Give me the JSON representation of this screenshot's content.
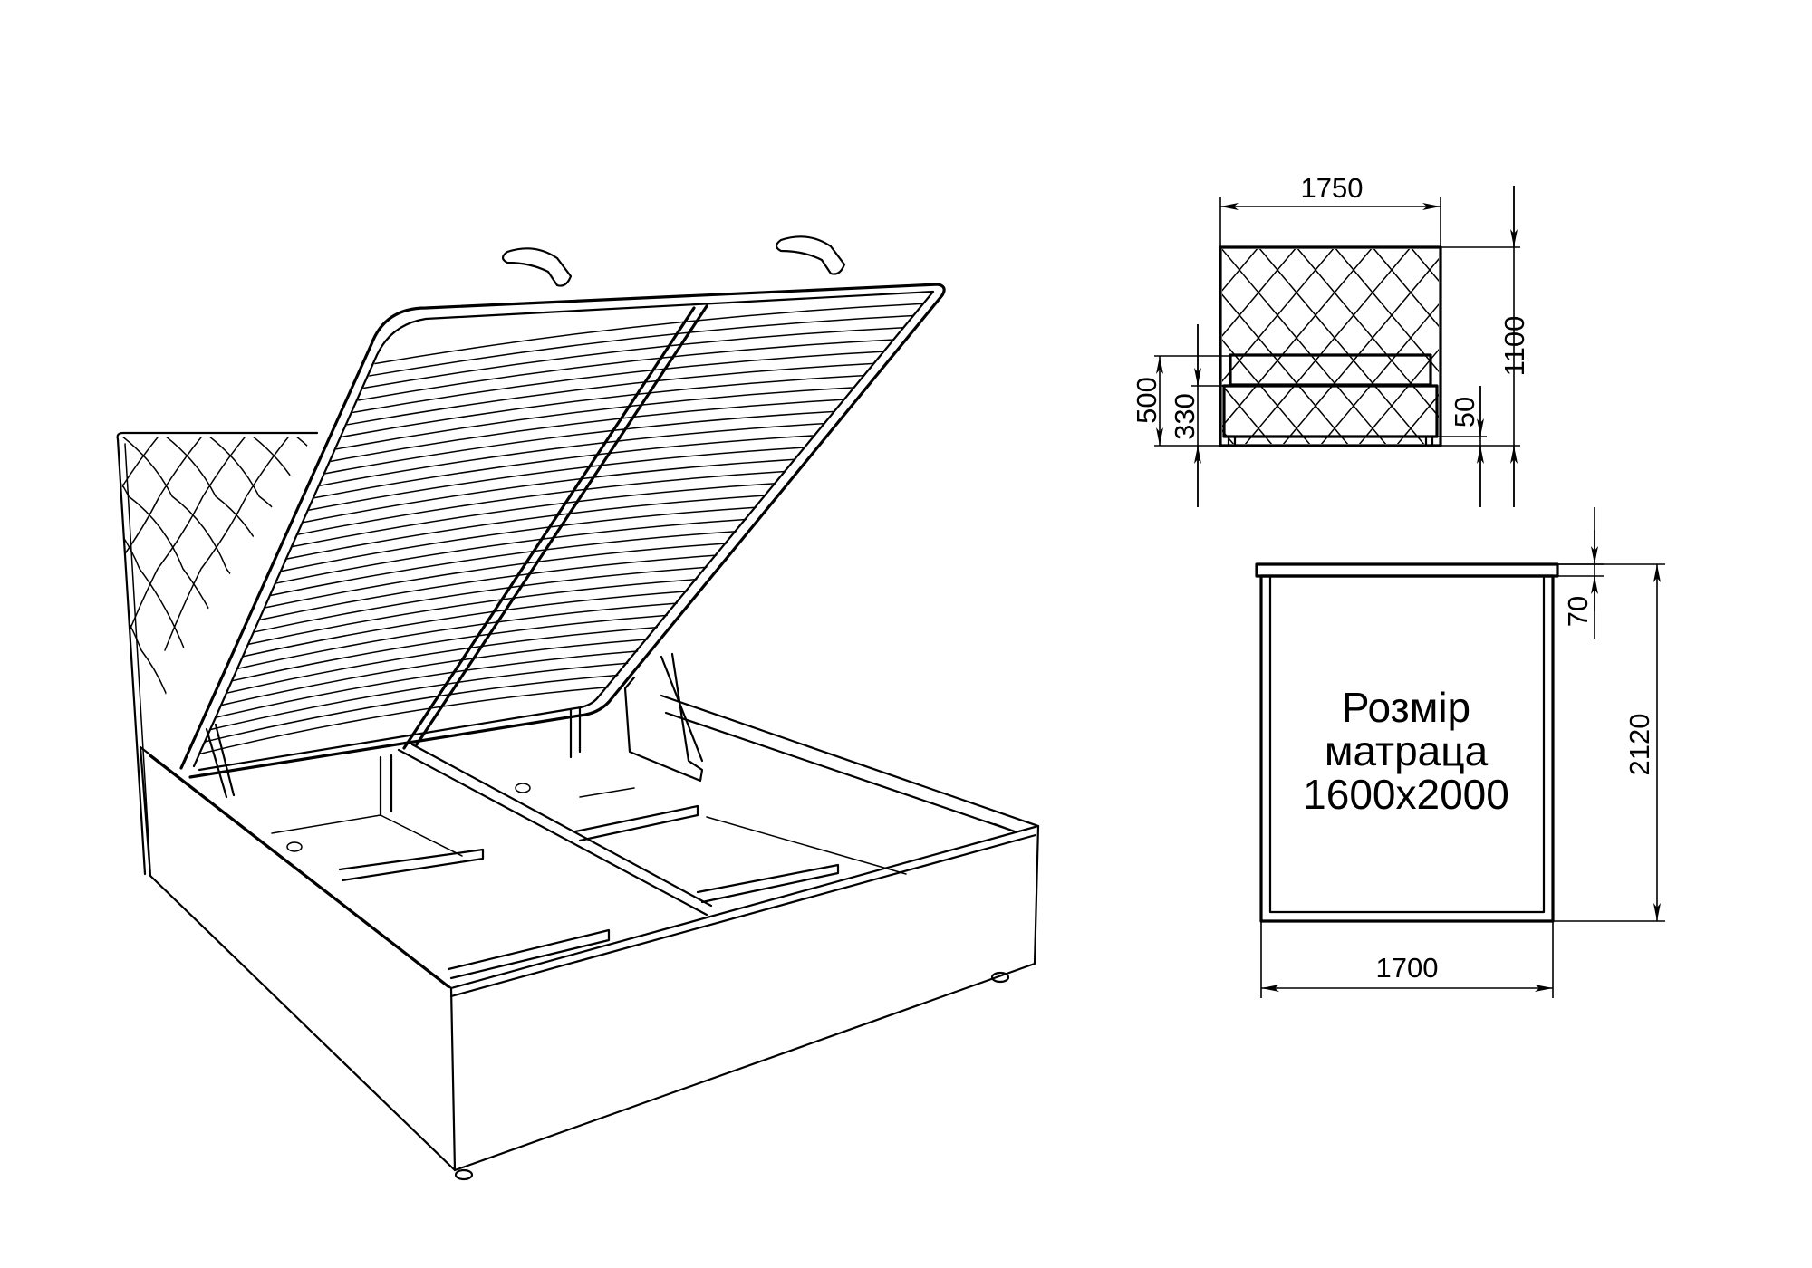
{
  "front_view": {
    "width_label": "1750",
    "height_label": "1100",
    "bed_height_label": "500",
    "base_height_label": "330",
    "leg_height_label": "50"
  },
  "top_view": {
    "length_label": "2120",
    "footboard_label": "70",
    "width_label": "1700",
    "mattress_line1": "Розмір",
    "mattress_line2": "матраца",
    "mattress_line3": "1600x2000"
  }
}
